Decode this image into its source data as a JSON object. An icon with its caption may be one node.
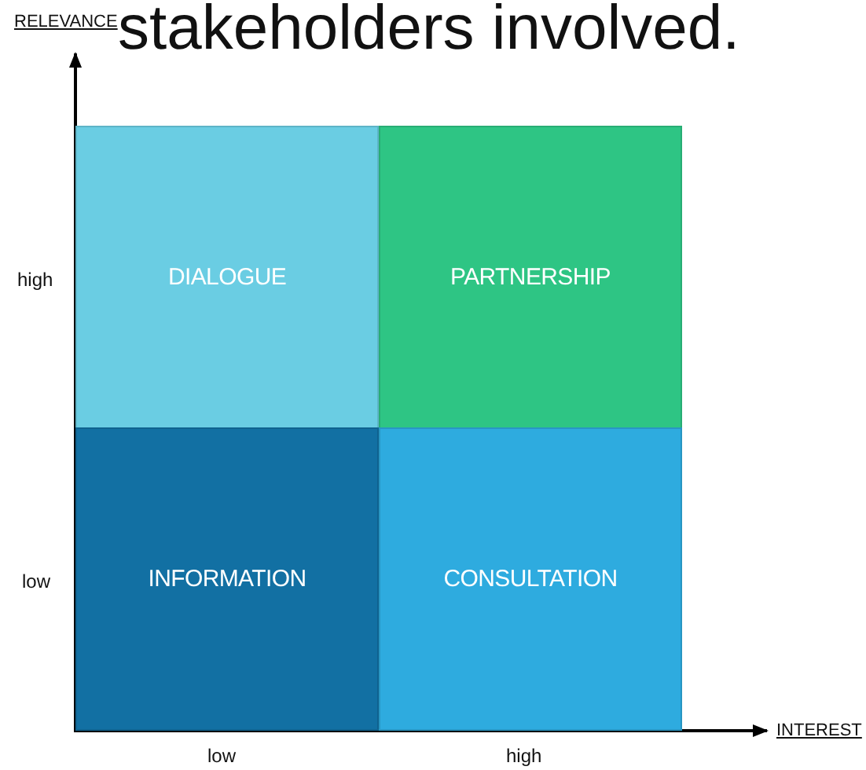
{
  "diagram": {
    "nodes": [
      {
        "text": [
          "DIALOGUE"
        ]
      },
      {
        "text": [
          "PARTNERSHIP"
        ]
      },
      {
        "text": [
          "INFORMATION"
        ]
      },
      {
        "text": [
          "CONSULTATION"
        ]
      }
    ],
    "labels": [
      "stakeholders involved.",
      "RELEVANCE",
      "high",
      "low",
      "low",
      "high",
      "INTEREST"
    ]
  }
}
